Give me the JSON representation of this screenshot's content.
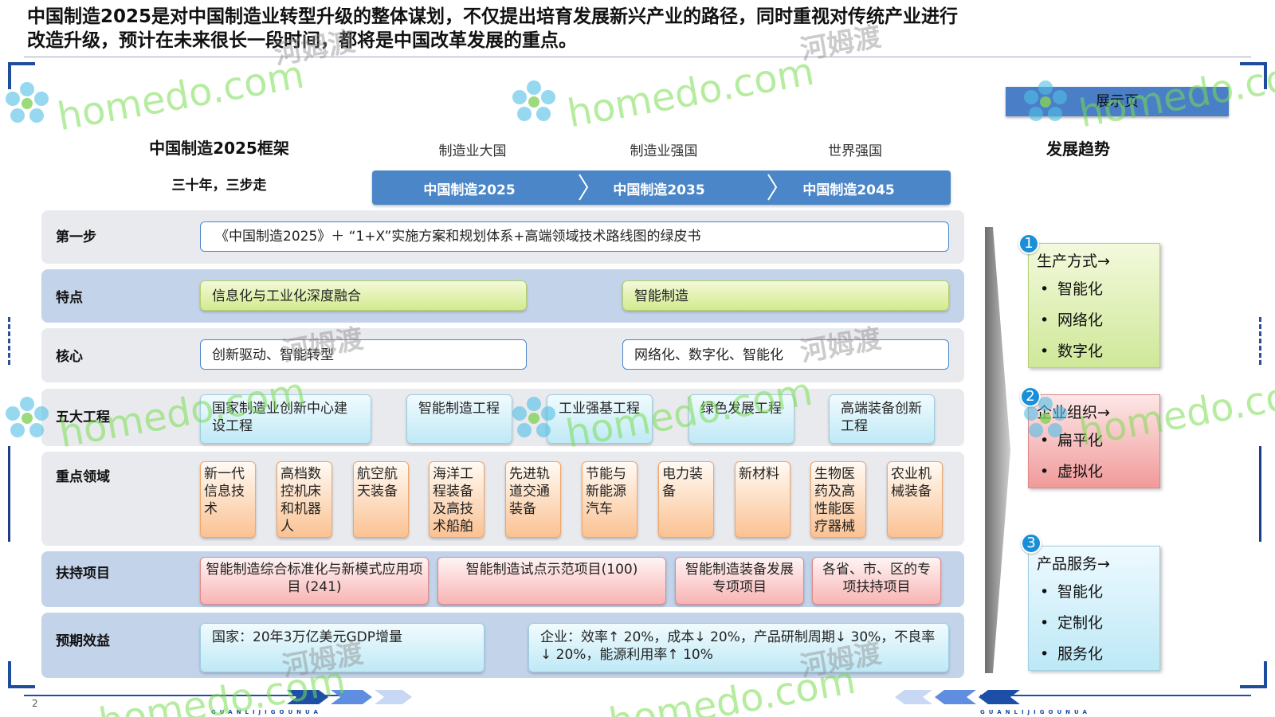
{
  "headline": {
    "line1": "中国制造2025是对中国制造业转型升级的整体谋划，不仅提出培育发展新兴产业的路径，同时重视对传统产业进行",
    "line2": "改造升级，预计在未来很长一段时间，都将是中国改革发展的重点。"
  },
  "framework": {
    "title": "中国制造2025框架",
    "subtitle": "三十年，三步走"
  },
  "stages": [
    {
      "title": "制造业大国",
      "label": "中国制造2025"
    },
    {
      "title": "制造业强国",
      "label": "中国制造2035"
    },
    {
      "title": "世界强国",
      "label": "中国制造2045"
    }
  ],
  "rows": {
    "step1": {
      "label": "第一步",
      "content": "《中国制造2025》＋ “1+X”实施方案和规划体系+高端领域技术路线图的绿皮书"
    },
    "features": {
      "label": "特点",
      "items": [
        "信息化与工业化深度融合",
        "智能制造"
      ]
    },
    "core": {
      "label": "核心",
      "items": [
        "创新驱动、智能转型",
        "网络化、数字化、智能化"
      ]
    },
    "projects": {
      "label": "五大工程",
      "items": [
        "国家制造业创新中心建设工程",
        "智能制造工程",
        "工业强基工程",
        "绿色发展工程",
        "高端装备创新工程"
      ]
    },
    "fields": {
      "label": "重点领域",
      "items": [
        "新一代信息技术",
        "高档数控机床和机器人",
        "航空航天装备",
        "海洋工程装备及高技术船舶",
        "先进轨道交通装备",
        "节能与新能源汽车",
        "电力装备",
        "新材料",
        "生物医药及高性能医疗器械",
        "农业机械装备"
      ]
    },
    "support": {
      "label": "扶持项目",
      "items": [
        "智能制造综合标准化与新模式应用项目 (241)",
        "智能制造试点示范项目(100)",
        "智能制造装备发展专项项目",
        "各省、市、区的专项扶持项目"
      ]
    },
    "benefits": {
      "label": "预期效益",
      "items": [
        "国家：20年3万亿美元GDP增量",
        "企业：效率↑ 20%，成本↓ 20%，产品研制周期↓ 30%，不良率↓ 20%，能源利用率↑ 10%"
      ]
    }
  },
  "showcase": {
    "badge": "展示页",
    "title": "发展趋势"
  },
  "trends": [
    {
      "num": "1",
      "title": "生产方式→",
      "items": [
        "智能化",
        "网络化",
        "数字化"
      ]
    },
    {
      "num": "2",
      "title": "企业组织→",
      "items": [
        "扁平化",
        "虚拟化"
      ]
    },
    {
      "num": "3",
      "title": "产品服务→",
      "items": [
        "智能化",
        "定制化",
        "服务化"
      ]
    }
  ],
  "watermarks": {
    "latin": "homedo.com",
    "cn": "河姆渡"
  },
  "footer": {
    "page": "2",
    "brand": "GUANLIJIGOUNUA"
  },
  "colors": {
    "accent_blue": "#4a86c8",
    "navy": "#1d3f88",
    "badge_blue": "#1a8fd8"
  }
}
